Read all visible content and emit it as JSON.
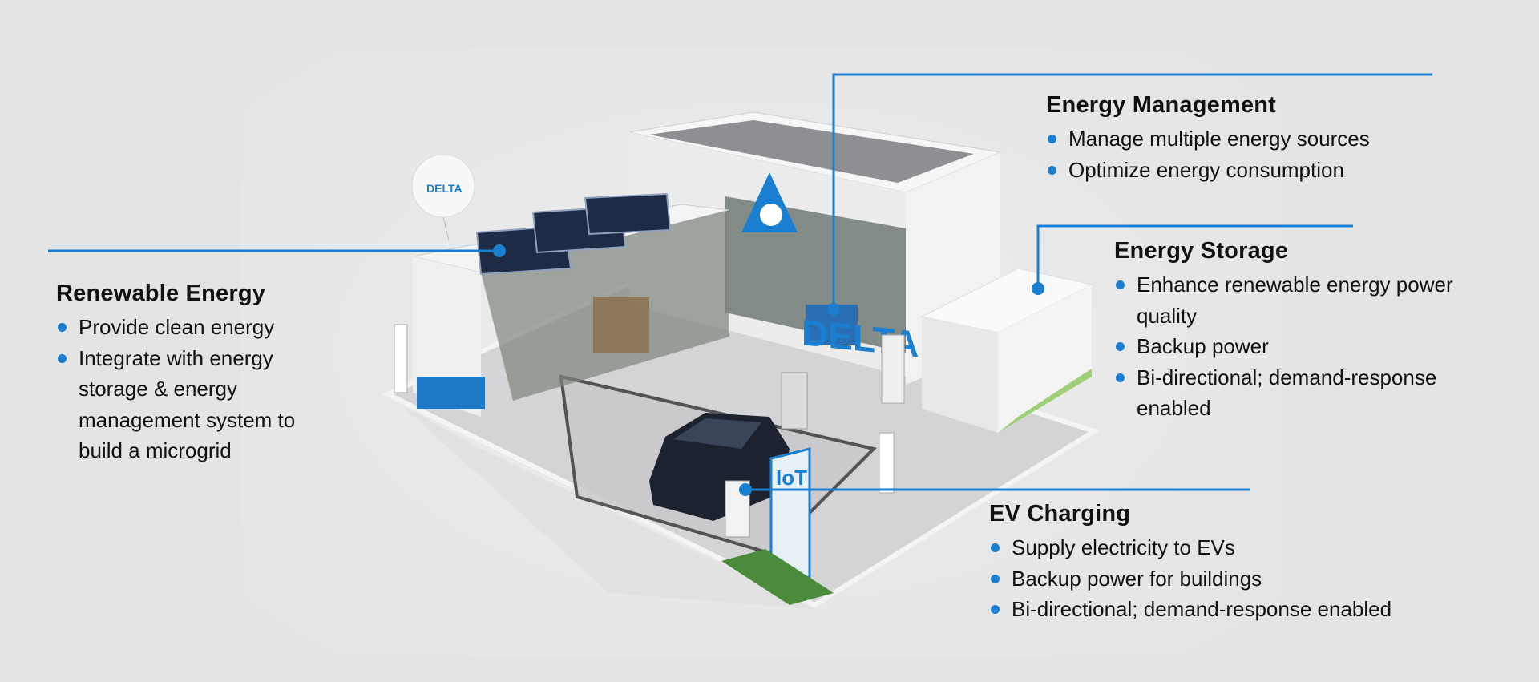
{
  "accent_color": "#1a7fd0",
  "logo": {
    "brand": "DELTA",
    "balloon": "DELTA",
    "sign": "IoT"
  },
  "sections": {
    "renewable": {
      "title": "Renewable Energy",
      "bullets": [
        "Provide clean energy",
        "Integrate with energy storage & energy management system to build a microgrid"
      ]
    },
    "management": {
      "title": "Energy Management",
      "bullets": [
        "Manage multiple energy sources",
        "Optimize energy consumption"
      ]
    },
    "storage": {
      "title": "Energy Storage",
      "bullets": [
        "Enhance renewable energy power quality",
        "Backup power",
        "Bi-directional; demand-response enabled"
      ]
    },
    "ev": {
      "title": "EV Charging",
      "bullets": [
        "Supply electricity to EVs",
        "Backup power for buildings",
        "Bi-directional; demand-response enabled"
      ]
    }
  }
}
